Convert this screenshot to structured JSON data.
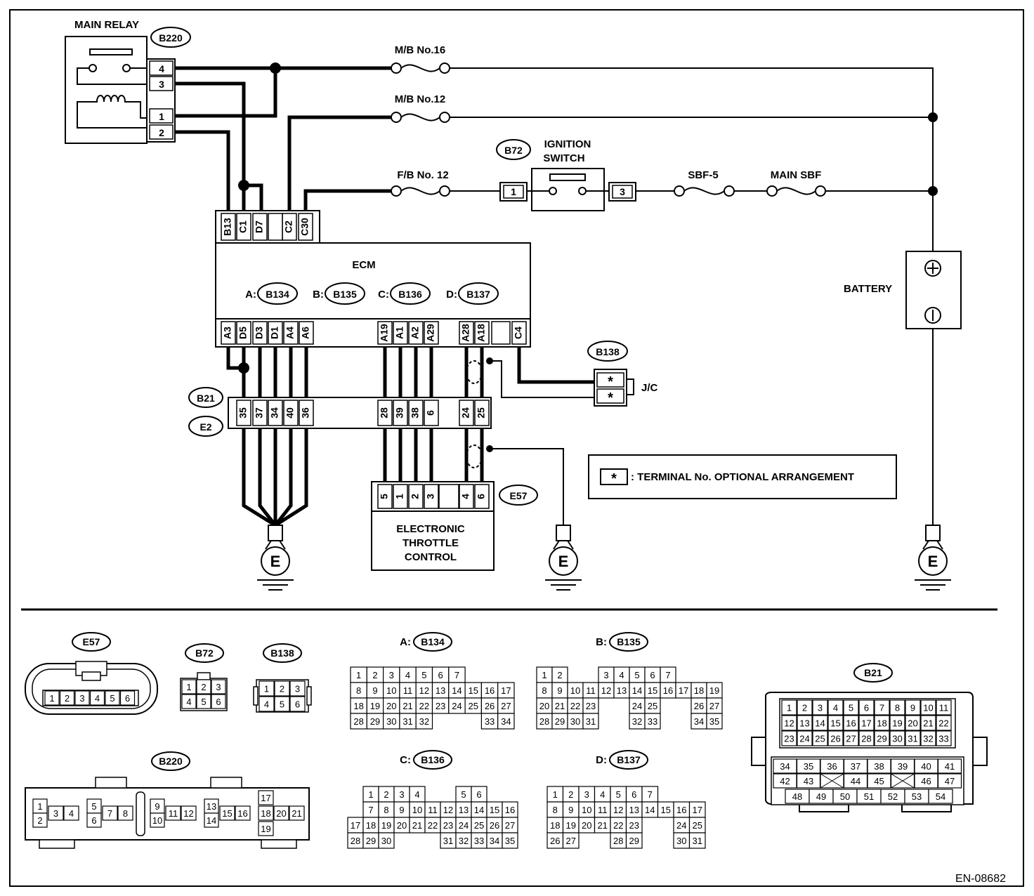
{
  "figure_id": "EN-08682",
  "main_relay": {
    "title": "MAIN RELAY",
    "connector": "B220",
    "pins": [
      "4",
      "3",
      "1",
      "2"
    ]
  },
  "fuses": {
    "mb16": "M/B No.16",
    "mb12": "M/B No.12",
    "fb12": "F/B No. 12",
    "sbf5": "SBF-5",
    "main_sbf": "MAIN SBF"
  },
  "ignition": {
    "connector": "B72",
    "label_line1": "IGNITION",
    "label_line2": "SWITCH",
    "pin_left": "1",
    "pin_right": "3"
  },
  "battery": {
    "label": "BATTERY",
    "plus": "+",
    "minus": "−"
  },
  "ecm": {
    "title": "ECM",
    "top_pins": [
      "B13",
      "C1",
      "D7",
      "C2",
      "C30"
    ],
    "connectors": [
      {
        "prefix": "A:",
        "id": "B134"
      },
      {
        "prefix": "B:",
        "id": "B135"
      },
      {
        "prefix": "C:",
        "id": "B136"
      },
      {
        "prefix": "D:",
        "id": "B137"
      }
    ],
    "bottom_pins_left": [
      "A3",
      "D5",
      "D3",
      "D1",
      "A4",
      "A6"
    ],
    "bottom_pins_mid": [
      "A19",
      "A1",
      "A2",
      "A29"
    ],
    "bottom_pins_right": [
      "A28",
      "A18"
    ],
    "bottom_pin_c4": "C4"
  },
  "jc": {
    "connector": "B138",
    "label": "J/C",
    "star": "*"
  },
  "b21_connector": {
    "top": "B21",
    "bottom": "E2",
    "pins_left": [
      "35",
      "37",
      "34",
      "40",
      "36"
    ],
    "pins_mid": [
      "28",
      "39",
      "38",
      "6"
    ],
    "pins_right": [
      "24",
      "25"
    ]
  },
  "etc": {
    "connector": "E57",
    "pins": [
      "5",
      "1",
      "2",
      "3",
      "4",
      "6"
    ],
    "line1": "ELECTRONIC",
    "line2": "THROTTLE",
    "line3": "CONTROL"
  },
  "ground_label": "E",
  "legend": {
    "star": "*",
    "text": ": TERMINAL No. OPTIONAL ARRANGEMENT"
  },
  "faces": {
    "e57": {
      "id": "E57",
      "pins": [
        "1",
        "2",
        "3",
        "4",
        "5",
        "6"
      ]
    },
    "b72": {
      "id": "B72",
      "rows": [
        [
          "1",
          "2",
          "3"
        ],
        [
          "4",
          "5",
          "6"
        ]
      ]
    },
    "b138": {
      "id": "B138",
      "rows": [
        [
          "1",
          "2",
          "3"
        ],
        [
          "4",
          "5",
          "6"
        ]
      ]
    },
    "b220": {
      "id": "B220",
      "pins": [
        "1",
        "2",
        "3",
        "4",
        "5",
        "6",
        "7",
        "8",
        "9",
        "10",
        "11",
        "12",
        "13",
        "14",
        "15",
        "16",
        "17",
        "18",
        "19",
        "20",
        "21"
      ]
    },
    "b134": {
      "prefix": "A:",
      "id": "B134",
      "rows": [
        [
          "1",
          "",
          "2",
          "3",
          "4",
          "5",
          "6",
          "7"
        ],
        [
          "8",
          "9",
          "10",
          "11",
          "12",
          "13",
          "14",
          "15",
          "16",
          "17"
        ],
        [
          "18",
          "19",
          "20",
          "21",
          "22",
          "23",
          "24",
          "25",
          "26",
          "27"
        ],
        [
          "28",
          "29",
          "30",
          "31",
          "32",
          "",
          "",
          "",
          "33",
          "34"
        ]
      ]
    },
    "b135": {
      "prefix": "B:",
      "id": "B135",
      "rows": [
        [
          "1",
          "2",
          "",
          "3",
          "4",
          "5",
          "6",
          "7"
        ],
        [
          "8",
          "9",
          "10",
          "11",
          "12",
          "13",
          "14",
          "15",
          "16",
          "17",
          "18",
          "19"
        ],
        [
          "20",
          "21",
          "22",
          "23",
          "",
          "24",
          "25",
          "",
          "26",
          "27"
        ],
        [
          "28",
          "29",
          "30",
          "31",
          "",
          "32",
          "33",
          "",
          "34",
          "35"
        ]
      ]
    },
    "b136": {
      "prefix": "C:",
      "id": "B136",
      "rows": [
        [
          "1",
          "2",
          "3",
          "4",
          "",
          "5",
          "6"
        ],
        [
          "7",
          "8",
          "9",
          "10",
          "11",
          "12",
          "13",
          "14",
          "15",
          "16"
        ],
        [
          "17",
          "18",
          "19",
          "20",
          "21",
          "22",
          "23",
          "24",
          "25",
          "26",
          "27"
        ],
        [
          "28",
          "29",
          "30",
          "",
          "",
          "31",
          "32",
          "33",
          "34",
          "35"
        ]
      ]
    },
    "b137": {
      "prefix": "D:",
      "id": "B137",
      "rows": [
        [
          "1",
          "2",
          "3",
          "4",
          "5",
          "6",
          "7"
        ],
        [
          "8",
          "9",
          "10",
          "11",
          "12",
          "13",
          "14",
          "15",
          "16",
          "17"
        ],
        [
          "18",
          "19",
          "20",
          "21",
          "22",
          "23",
          "",
          "24",
          "25"
        ],
        [
          "26",
          "27",
          "",
          "28",
          "29",
          "",
          "30",
          "31"
        ]
      ]
    },
    "b21": {
      "id": "B21",
      "rows": [
        [
          "1",
          "2",
          "3",
          "4",
          "5",
          "6",
          "7",
          "8",
          "9",
          "10",
          "11"
        ],
        [
          "12",
          "13",
          "14",
          "15",
          "16",
          "17",
          "18",
          "19",
          "20",
          "21",
          "22"
        ],
        [
          "23",
          "24",
          "25",
          "26",
          "27",
          "28",
          "29",
          "30",
          "31",
          "32",
          "33"
        ],
        [
          "34",
          "35",
          "36",
          "37",
          "38",
          "39",
          "40",
          "41"
        ],
        [
          "42",
          "43",
          "X",
          "44",
          "45",
          "X",
          "46",
          "47"
        ],
        [
          "48",
          "49",
          "50",
          "51",
          "52",
          "53",
          "54"
        ]
      ]
    }
  }
}
